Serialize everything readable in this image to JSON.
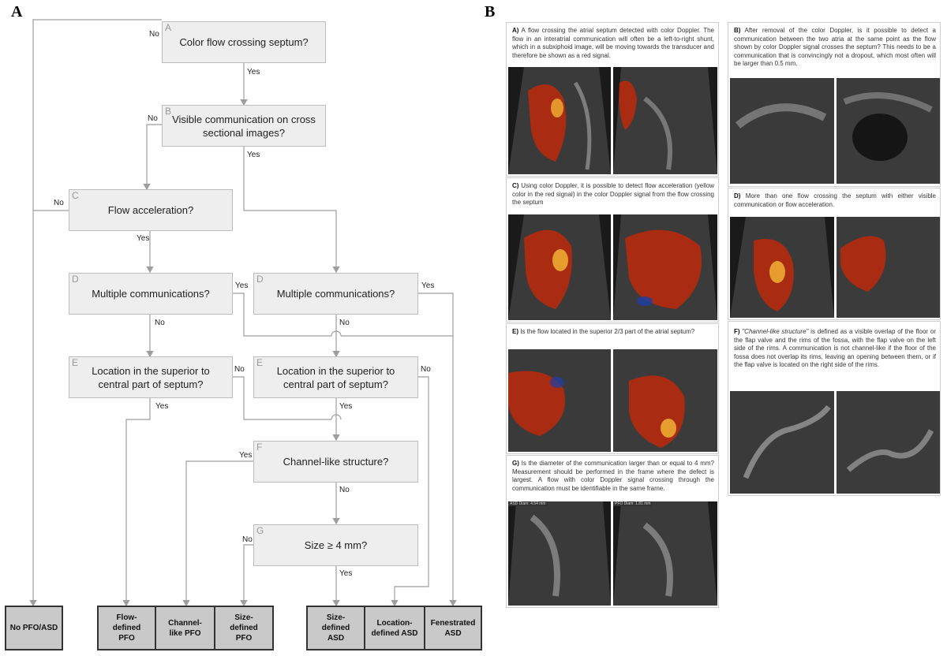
{
  "panels": {
    "a_label": "A",
    "b_label": "B"
  },
  "flowchart": {
    "nodes": {
      "A1": {
        "letter": "A",
        "text": "Color flow crossing septum?"
      },
      "B1": {
        "letter": "B",
        "text": "Visible communication on cross sectional images?"
      },
      "C1": {
        "letter": "C",
        "text": "Flow acceleration?"
      },
      "D1": {
        "letter": "D",
        "text": "Multiple communications?"
      },
      "D2": {
        "letter": "D",
        "text": "Multiple communications?"
      },
      "E1": {
        "letter": "E",
        "text": "Location in the superior to central part of septum?"
      },
      "E2": {
        "letter": "E",
        "text": "Location in the superior to central part of septum?"
      },
      "F1": {
        "letter": "F",
        "text": "Channel-like structure?"
      },
      "G1": {
        "letter": "G",
        "text": "Size ≥ 4 mm?"
      }
    },
    "labels": {
      "yes": "Yes",
      "no": "No"
    },
    "outcomes": {
      "none": "No PFO/ASD",
      "flow_pfo": "Flow-defined PFO",
      "channel_pfo": "Channel-like PFO",
      "size_pfo": "Size-defined PFO",
      "size_asd": "Size-defined ASD",
      "location_asd": "Location-defined ASD",
      "fenestrated_asd": "Fenestrated ASD"
    }
  },
  "criteria": {
    "A": {
      "tag": "A)",
      "text": "A flow crossing the atrial septum detected with color Doppler. The flow in an interatrial communication will often be a left-to-right shunt, which in a subxiphoid image, will be moving towards the transducer and therefore be shown as a red signal."
    },
    "B": {
      "tag": "B)",
      "text": "After removal of the color Doppler, is it possible to detect a communication between the two atria at the same point as the flow shown by color Doppler signal crosses the septum? This needs to be a communication that is convincingly not a dropout, which most often will be larger than 0.5 mm."
    },
    "C": {
      "tag": "C)",
      "text": "Using color Doppler, it is possible to detect flow acceleration (yellow color in the red signal) in the color Doppler signal from the flow crossing the septum"
    },
    "D": {
      "tag": "D)",
      "text": "More than one flow crossing the septum with either visible communication or flow acceleration."
    },
    "E": {
      "tag": "E)",
      "text": "Is the flow located in the superior 2/3 part of the atrial septum?"
    },
    "F": {
      "tag": "F)",
      "term": "\"Channel-like structure\"",
      "text": "is defined as a visible overlap of the floor or the flap valve and the rims of the fossa, with the flap valve on the left side of the rims. A communication is not channel-like if the floor of the fossa does not overlap its rims, leaving an opening between them, or if the flap valve is located on the right side of the rims."
    },
    "G": {
      "tag": "G)",
      "text": "Is the diameter of the communication larger than or equal to 4 mm? Measurement should be performed in the frame where the defect is largest. A flow with color Doppler signal crossing through the communication must be identifiable in the same frame."
    },
    "measurements": {
      "yes": "ASD Diam: 4.54 mm",
      "no": "PFO Diam: 1.81 mm"
    }
  },
  "colors": {
    "box_fill": "#eeeeee",
    "box_border": "#bdbdbd",
    "line": "#9e9e9e",
    "outcome_fill": "#c9c9c9",
    "doppler_red": "#b52a0e",
    "doppler_yellow": "#f2b233"
  }
}
